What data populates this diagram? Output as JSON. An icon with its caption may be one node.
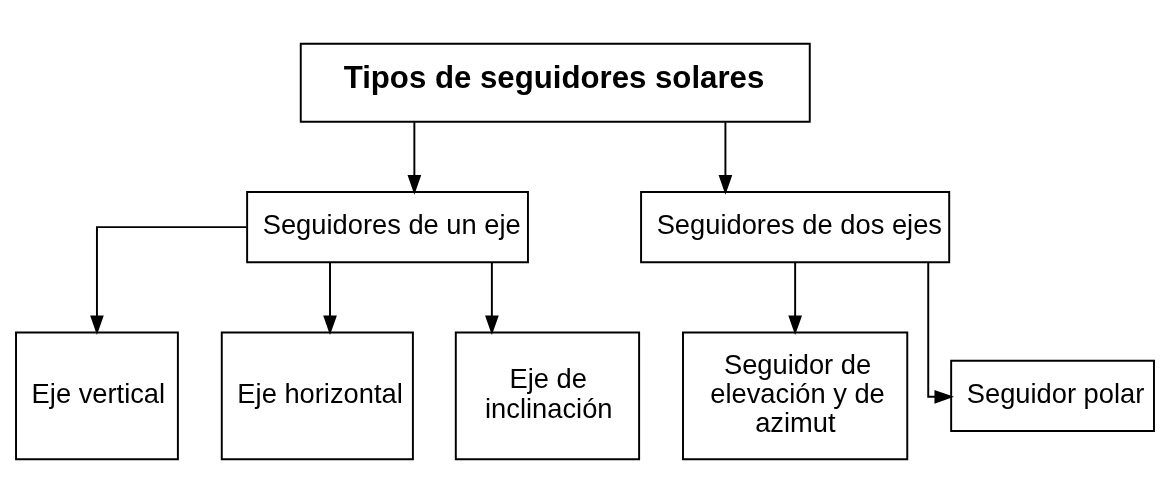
{
  "diagram": {
    "nodes": [
      {
        "text": [
          "Tipos de seguidores solares"
        ]
      },
      {
        "text": [
          "Seguidores de un eje"
        ]
      },
      {
        "text": [
          "Seguidores de dos ejes"
        ]
      },
      {
        "text": [
          "Eje vertical"
        ]
      },
      {
        "text": [
          "Eje horizontal"
        ]
      },
      {
        "text": [
          "Eje de inclinación"
        ]
      },
      {
        "text": [
          "Seguidor de elevación y de azimut"
        ]
      },
      {
        "text": [
          "Seguidor polar"
        ]
      }
    ],
    "edges": [
      {
        "from": 0,
        "to": 1,
        "arrow": "to"
      },
      {
        "from": 0,
        "to": 2,
        "arrow": "to"
      },
      {
        "from": 1,
        "to": 3,
        "arrow": "to"
      },
      {
        "from": 1,
        "to": 4,
        "arrow": "to"
      },
      {
        "from": 1,
        "to": 5,
        "arrow": "to"
      },
      {
        "from": 2,
        "to": 6,
        "arrow": "to"
      },
      {
        "from": 2,
        "to": 7,
        "arrow": "to"
      }
    ]
  }
}
